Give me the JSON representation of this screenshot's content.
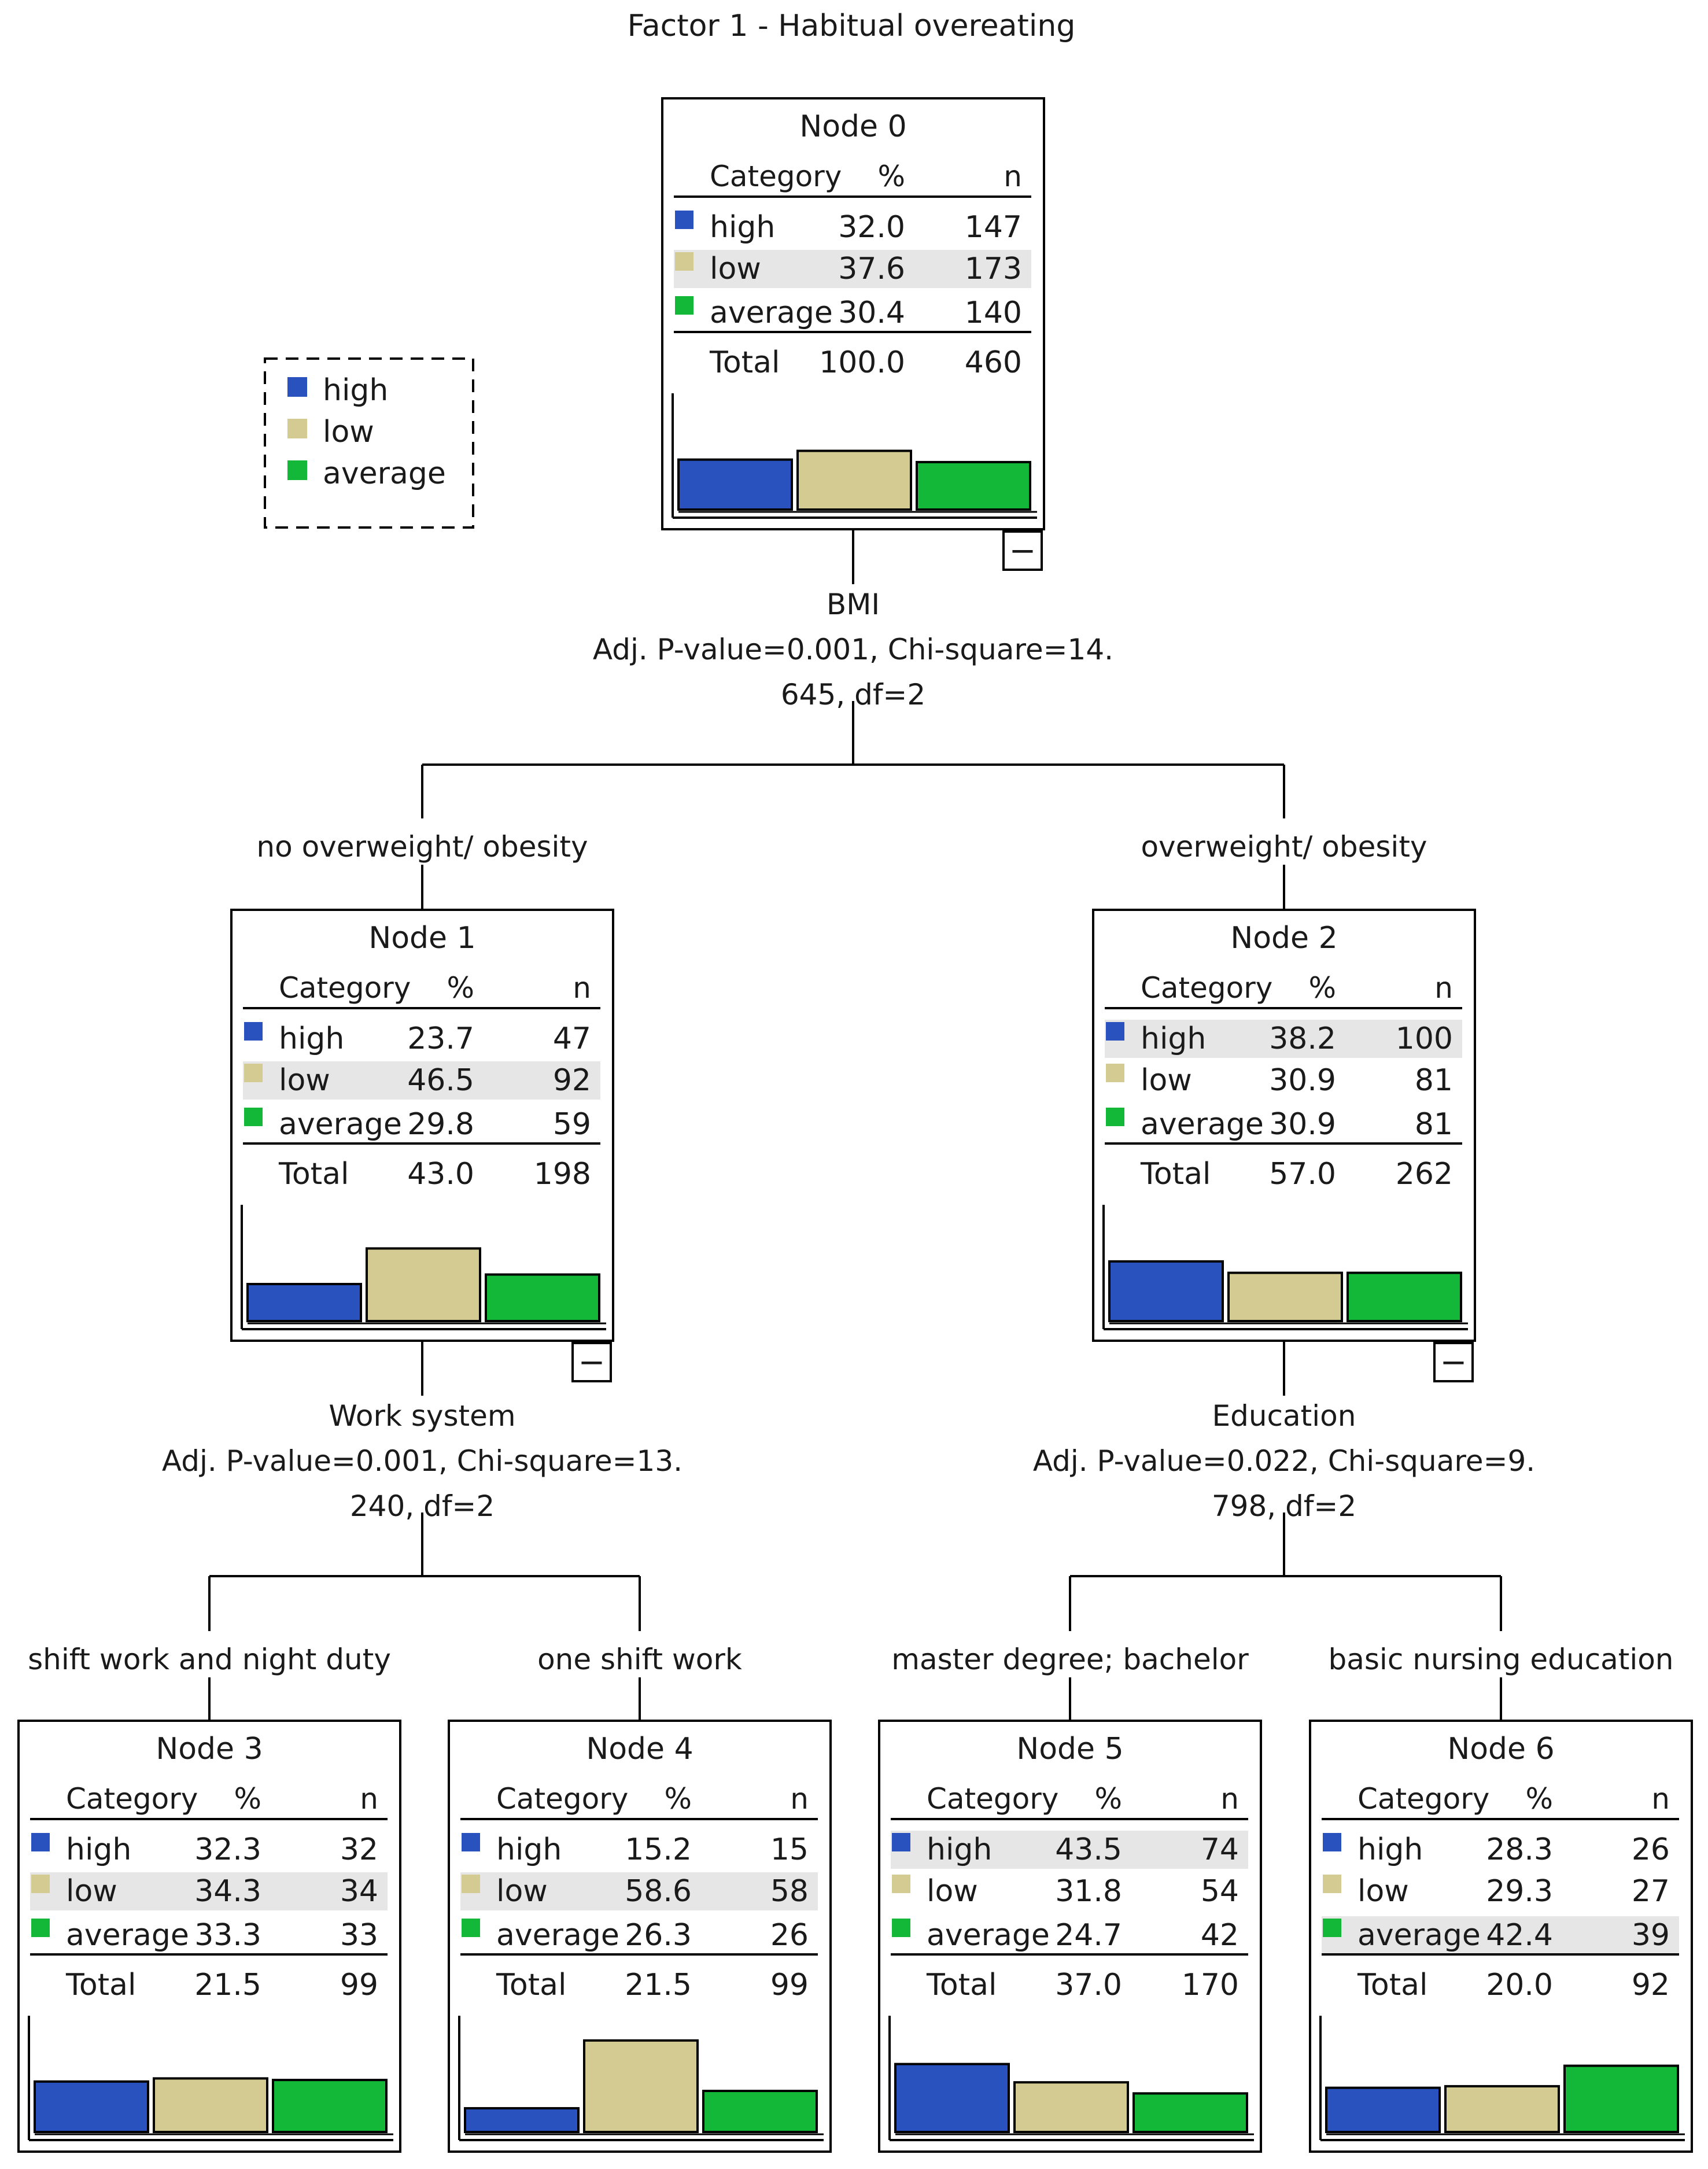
{
  "title": "Factor 1 - Habitual overeating",
  "legend": [
    {
      "label": "high",
      "color": "#2a52be"
    },
    {
      "label": "low",
      "color": "#d4cb93"
    },
    {
      "label": "average",
      "color": "#13b839"
    }
  ],
  "table_headers": {
    "category": "Category",
    "percent": "%",
    "n": "n"
  },
  "total_label": "Total",
  "nodes": [
    {
      "title": "Node 0",
      "rows": [
        {
          "cat": "high",
          "pct": "32.0",
          "n": "147"
        },
        {
          "cat": "low",
          "pct": "37.6",
          "n": "173"
        },
        {
          "cat": "average",
          "pct": "30.4",
          "n": "140"
        }
      ],
      "total_pct": "100.0",
      "total_n": "460",
      "highlight": 1,
      "collapse_label": "−"
    },
    {
      "title": "Node 1",
      "rows": [
        {
          "cat": "high",
          "pct": "23.7",
          "n": "47"
        },
        {
          "cat": "low",
          "pct": "46.5",
          "n": "92"
        },
        {
          "cat": "average",
          "pct": "29.8",
          "n": "59"
        }
      ],
      "total_pct": "43.0",
      "total_n": "198",
      "highlight": 1,
      "collapse_label": "−"
    },
    {
      "title": "Node 2",
      "rows": [
        {
          "cat": "high",
          "pct": "38.2",
          "n": "100"
        },
        {
          "cat": "low",
          "pct": "30.9",
          "n": "81"
        },
        {
          "cat": "average",
          "pct": "30.9",
          "n": "81"
        }
      ],
      "total_pct": "57.0",
      "total_n": "262",
      "highlight": 0,
      "collapse_label": "−"
    },
    {
      "title": "Node 3",
      "rows": [
        {
          "cat": "high",
          "pct": "32.3",
          "n": "32"
        },
        {
          "cat": "low",
          "pct": "34.3",
          "n": "34"
        },
        {
          "cat": "average",
          "pct": "33.3",
          "n": "33"
        }
      ],
      "total_pct": "21.5",
      "total_n": "99",
      "highlight": 1
    },
    {
      "title": "Node 4",
      "rows": [
        {
          "cat": "high",
          "pct": "15.2",
          "n": "15"
        },
        {
          "cat": "low",
          "pct": "58.6",
          "n": "58"
        },
        {
          "cat": "average",
          "pct": "26.3",
          "n": "26"
        }
      ],
      "total_pct": "21.5",
      "total_n": "99",
      "highlight": 1
    },
    {
      "title": "Node 5",
      "rows": [
        {
          "cat": "high",
          "pct": "43.5",
          "n": "74"
        },
        {
          "cat": "low",
          "pct": "31.8",
          "n": "54"
        },
        {
          "cat": "average",
          "pct": "24.7",
          "n": "42"
        }
      ],
      "total_pct": "37.0",
      "total_n": "170",
      "highlight": 0
    },
    {
      "title": "Node 6",
      "rows": [
        {
          "cat": "high",
          "pct": "28.3",
          "n": "26"
        },
        {
          "cat": "low",
          "pct": "29.3",
          "n": "27"
        },
        {
          "cat": "average",
          "pct": "42.4",
          "n": "39"
        }
      ],
      "total_pct": "20.0",
      "total_n": "92",
      "highlight": 2
    }
  ],
  "splits": [
    {
      "parent": 0,
      "lines": [
        "BMI",
        "Adj. P-value=0.001, Chi-square=14.",
        "645, df=2"
      ],
      "children": [
        1,
        2
      ],
      "branches": [
        "no overweight/ obesity",
        "overweight/ obesity"
      ]
    },
    {
      "parent": 1,
      "lines": [
        "Work system",
        "Adj. P-value=0.001, Chi-square=13.",
        "240, df=2"
      ],
      "children": [
        3,
        4
      ],
      "branches": [
        "shift work and night duty",
        "one shift work"
      ]
    },
    {
      "parent": 2,
      "lines": [
        "Education",
        "Adj. P-value=0.022, Chi-square=9.",
        "798, df=2"
      ],
      "children": [
        5,
        6
      ],
      "branches": [
        "master degree; bachelor",
        "basic nursing education"
      ]
    }
  ]
}
